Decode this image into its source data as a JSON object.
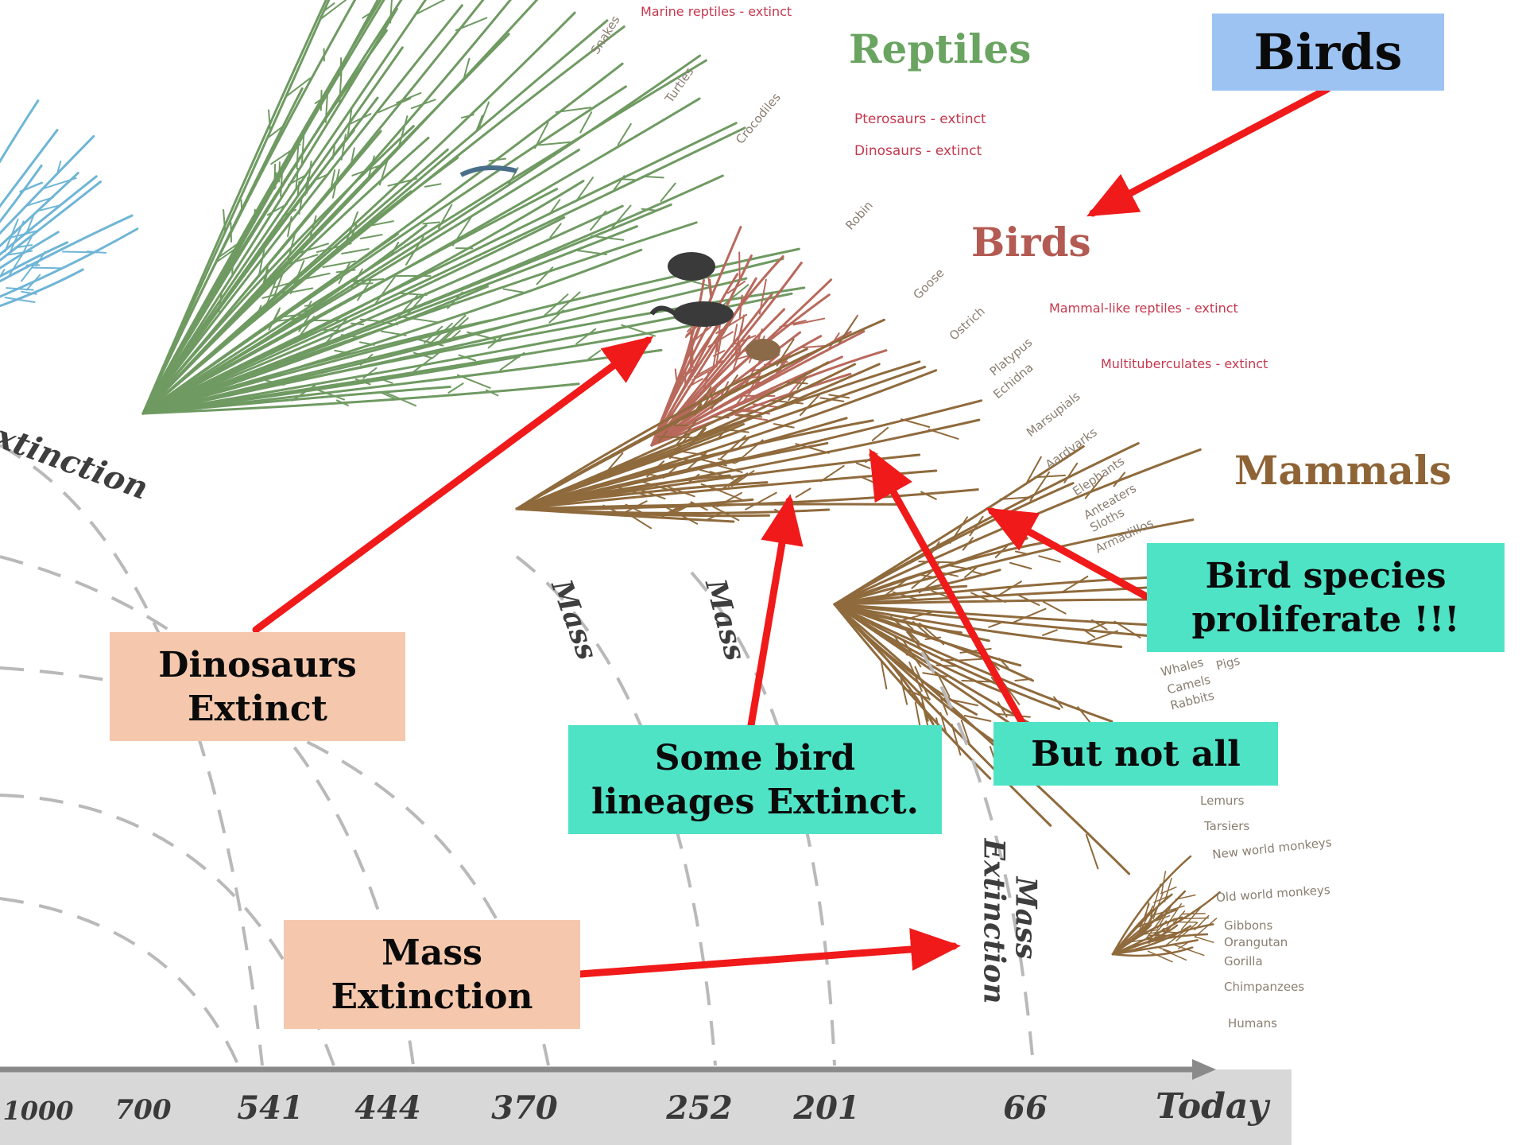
{
  "callouts": {
    "birds_header": "Birds",
    "dinosaurs_extinct": [
      "Dinosaurs",
      "Extinct"
    ],
    "mass_extinction": [
      "Mass",
      "Extinction"
    ],
    "some_bird_lineages": [
      "Some bird",
      "lineages Extinct."
    ],
    "but_not_all": "But not all",
    "bird_species_proliferate": [
      "Bird species",
      "proliferate !!!"
    ]
  },
  "groups": {
    "reptiles": "Reptiles",
    "birds": "Birds",
    "mammals": "Mammals"
  },
  "extinct_labels": {
    "marine_reptiles": "Marine reptiles - extinct",
    "pterosaurs": "Pterosaurs - extinct",
    "dinosaurs": "Dinosaurs - extinct",
    "mammal_like_reptiles": "Mammal-like reptiles - extinct",
    "multituberculates": "Multituberculates - extinct"
  },
  "taxa": {
    "snakes": "Snakes",
    "turtles": "Turtles",
    "crocodiles": "Crocodiles",
    "robin": "Robin",
    "goose": "Goose",
    "ostrich": "Ostrich",
    "platypus": "Platypus",
    "echidna": "Echidna",
    "marsupials": "Marsupials",
    "aardvarks": "Aardvarks",
    "elephants": "Elephants",
    "anteaters": "Anteaters",
    "sloths": "Sloths",
    "armadillos": "Armadillos",
    "whales": "Whales",
    "pigs": "Pigs",
    "camels": "Camels",
    "rabbits": "Rabbits",
    "lemurs": "Lemurs",
    "tarsiers": "Tarsiers",
    "new_world_monkeys": "New world monkeys",
    "old_world_monkeys": "Old world monkeys",
    "gibbons": "Gibbons",
    "orangutan": "Orangutan",
    "gorilla": "Gorilla",
    "chimpanzees": "Chimpanzees",
    "humans": "Humans"
  },
  "mass_extinction_arc": [
    "Mass",
    "Extinction"
  ],
  "extinction_fragment": "xtinction",
  "timeline": {
    "labels": [
      "1000",
      "700",
      "541",
      "444",
      "370",
      "252",
      "201",
      "66",
      "Today"
    ]
  },
  "colors": {
    "arrow": "#f01a1a",
    "reptile_branch": "#6f9a62",
    "bird_branch": "#b8695c",
    "mammal_branch": "#8f6a3c",
    "fish_branch": "#6fb5d6",
    "callout_salmon": "#f5c8ad",
    "callout_teal": "#4fe3c6",
    "callout_blue": "#9cc3f2"
  }
}
